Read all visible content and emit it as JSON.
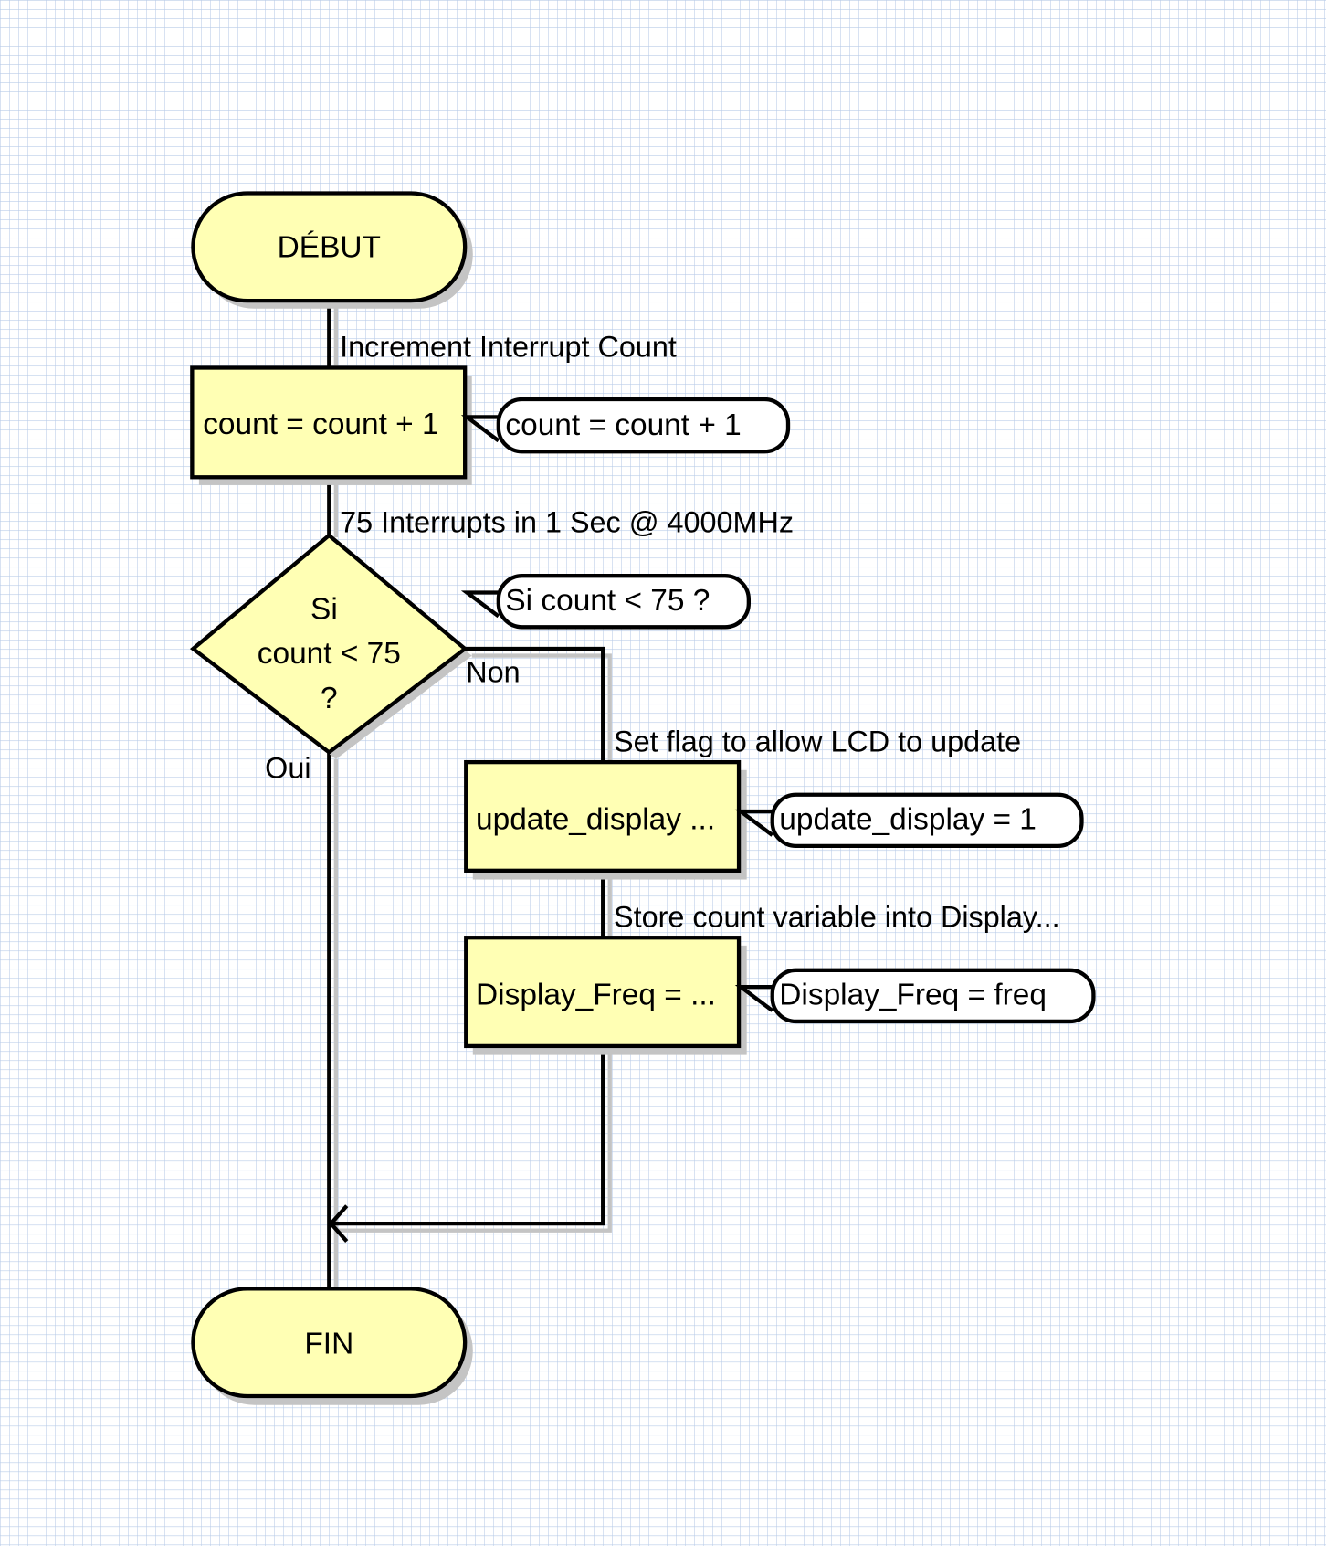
{
  "colors": {
    "node_fill": "#ffffb4",
    "comment_fill": "#ffffff",
    "grid_line": "#b8cbe8",
    "background": "#ffffff",
    "shadow": "#c4c4c4"
  },
  "nodes": {
    "start": {
      "type": "terminator",
      "text": "DÉBUT"
    },
    "increment": {
      "type": "process",
      "text": "count = count + 1",
      "label": "Increment Interrupt Count",
      "comment": "count = count + 1"
    },
    "decision": {
      "type": "decision",
      "lines": [
        "Si",
        "count < 75",
        "?"
      ],
      "label": "75 Interrupts in 1 Sec @ 4000MHz",
      "comment": "Si count < 75 ?",
      "yes_label": "Oui",
      "no_label": "Non"
    },
    "update": {
      "type": "process",
      "text": "update_display ...",
      "label": "Set flag to allow LCD to update",
      "comment": "update_display = 1"
    },
    "store": {
      "type": "process",
      "text": "Display_Freq = ...",
      "label": "Store count variable into Display...",
      "comment": "Display_Freq = freq"
    },
    "end": {
      "type": "terminator",
      "text": "FIN"
    }
  }
}
